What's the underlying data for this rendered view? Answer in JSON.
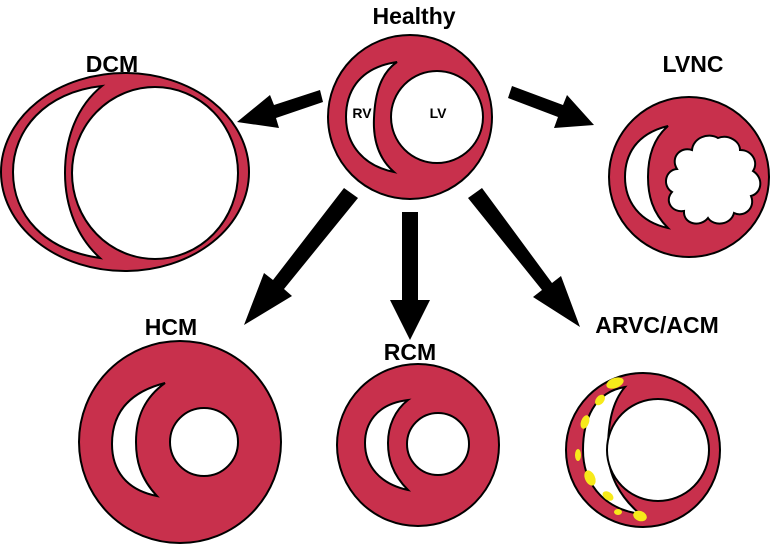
{
  "diagram": {
    "center_label": "Healthy",
    "rv_label": "RV",
    "lv_label": "LV",
    "conditions": [
      {
        "key": "dcm",
        "label": "DCM"
      },
      {
        "key": "lvnc",
        "label": "LVNC"
      },
      {
        "key": "hcm",
        "label": "HCM"
      },
      {
        "key": "rcm",
        "label": "RCM"
      },
      {
        "key": "arvc",
        "label": "ARVC/ACM"
      }
    ]
  },
  "colors": {
    "myocardium": "#c8304c",
    "outline": "#000000",
    "cavity": "#ffffff",
    "fat": "#f7ea1a",
    "arrow": "#000000"
  }
}
